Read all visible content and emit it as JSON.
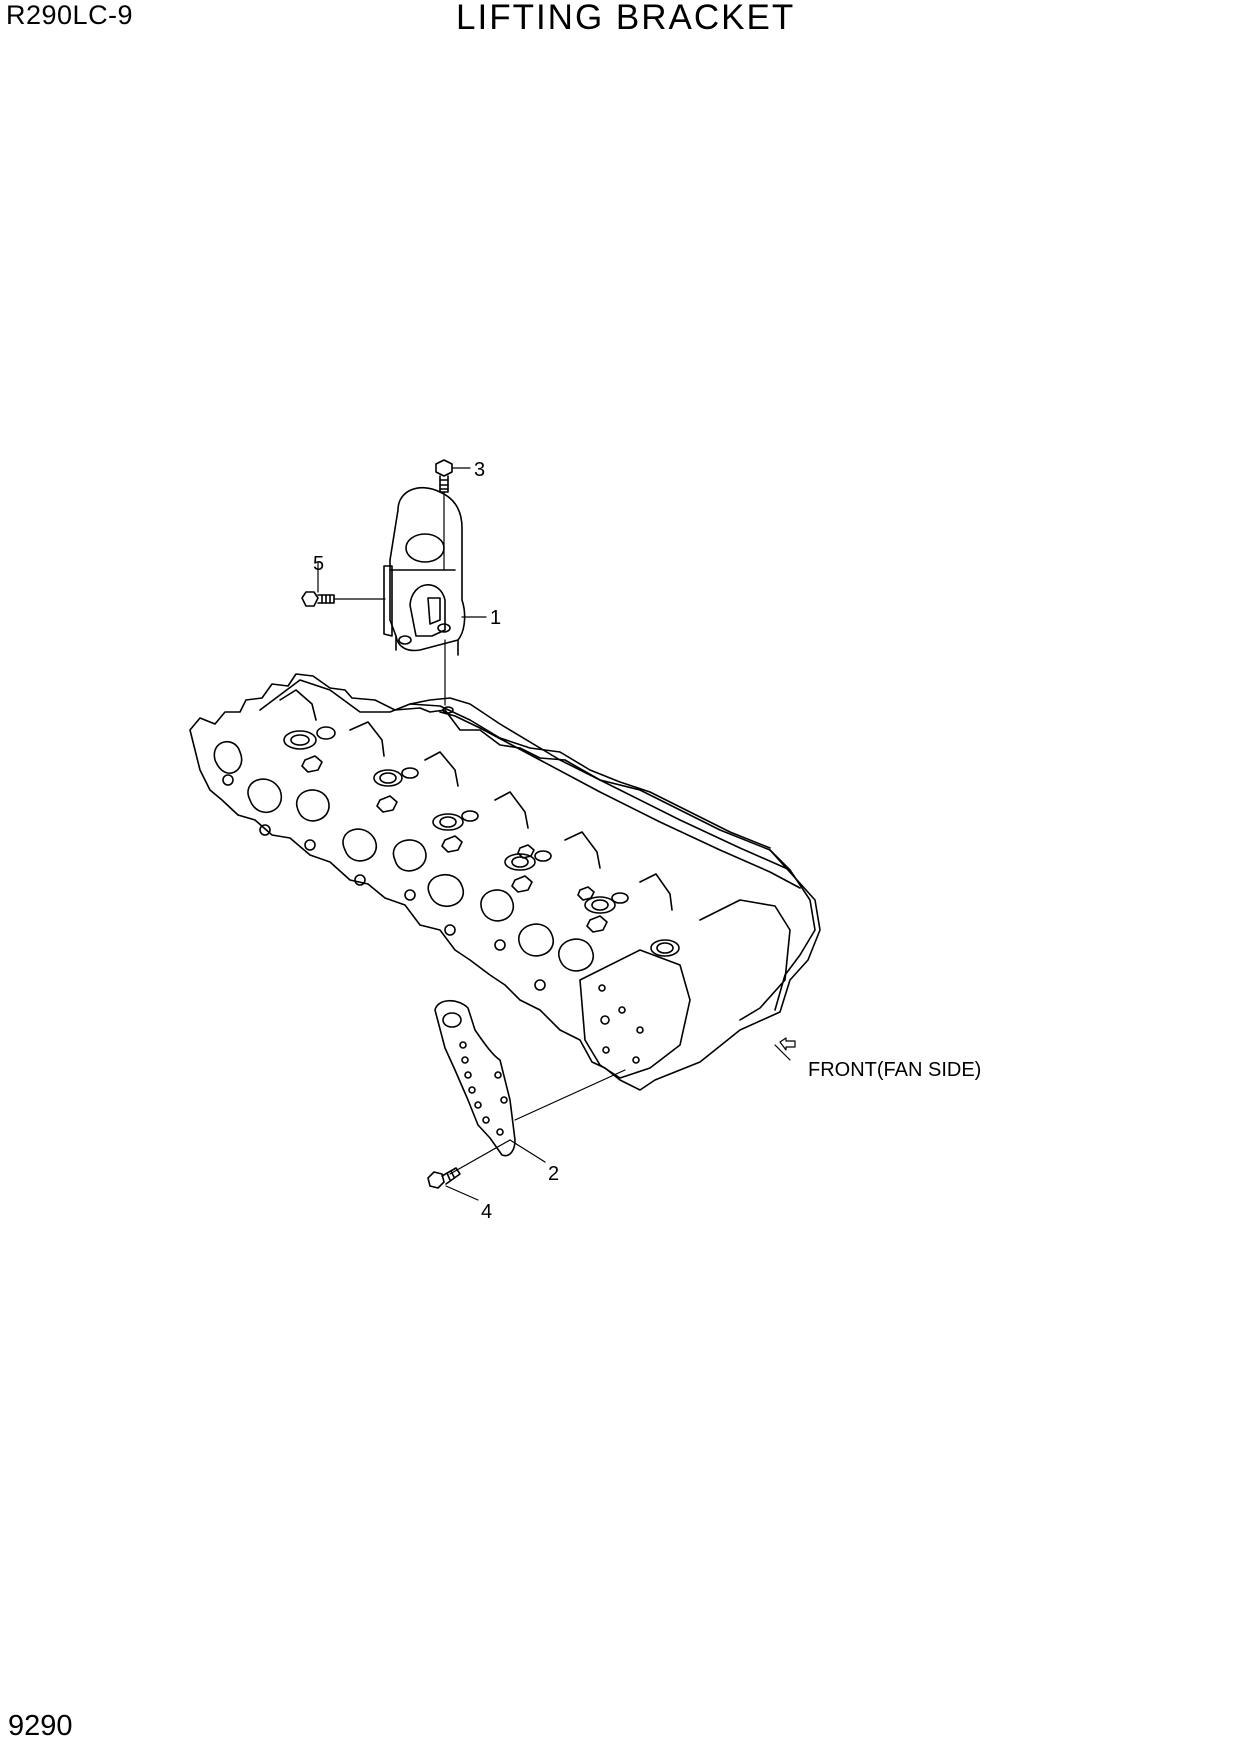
{
  "header": {
    "model": "R290LC-9",
    "title": "LIFTING BRACKET"
  },
  "footer": {
    "page_number": "9290"
  },
  "diagram": {
    "callouts": [
      "1",
      "2",
      "3",
      "4",
      "5"
    ],
    "direction_label": "FRONT(FAN SIDE)"
  }
}
